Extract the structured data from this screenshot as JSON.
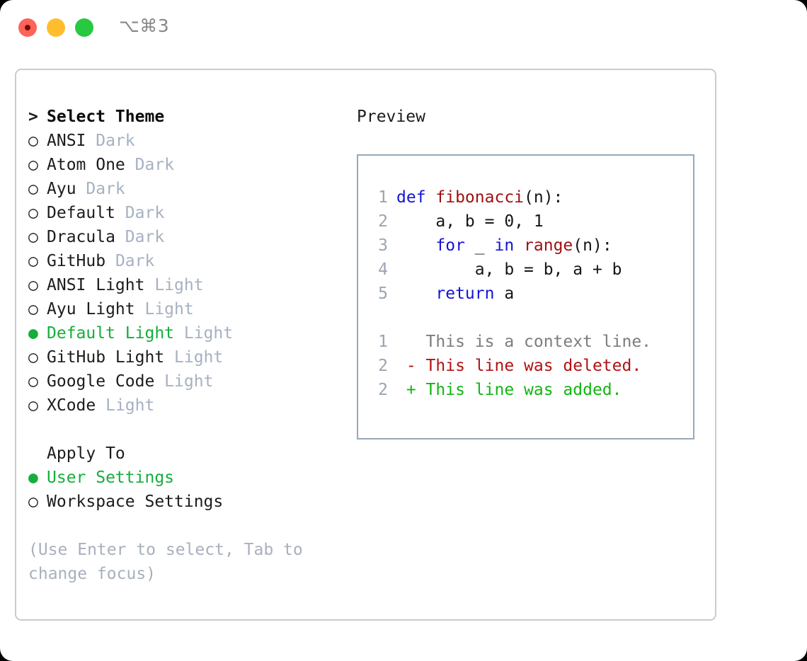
{
  "titlebar": {
    "shortcut": "⌥⌘3",
    "buttons": {
      "close": "close",
      "minimize": "minimize",
      "maximize": "maximize"
    }
  },
  "colors": {
    "accent_green": "#14ae3c",
    "muted_tag": "#a6b1c2",
    "hint": "#a8b0bc",
    "panel_border": "#c7ccd3",
    "preview_border": "#97a8b8",
    "keyword_blue": "#1414d6",
    "function_red": "#a01010",
    "diff_deleted": "#b21212",
    "diff_added": "#12b512",
    "line_number": "#9aa5b1"
  },
  "theme_picker": {
    "prompt": ">",
    "heading": "Select Theme",
    "bullet_unselected": "○",
    "bullet_selected": "●",
    "items": [
      {
        "name": "ANSI",
        "tag": "Dark",
        "selected": false
      },
      {
        "name": "Atom One",
        "tag": "Dark",
        "selected": false
      },
      {
        "name": "Ayu",
        "tag": "Dark",
        "selected": false
      },
      {
        "name": "Default",
        "tag": "Dark",
        "selected": false
      },
      {
        "name": "Dracula",
        "tag": "Dark",
        "selected": false
      },
      {
        "name": "GitHub",
        "tag": "Dark",
        "selected": false
      },
      {
        "name": "ANSI Light",
        "tag": "Light",
        "selected": false
      },
      {
        "name": "Ayu Light",
        "tag": "Light",
        "selected": false
      },
      {
        "name": "Default Light",
        "tag": "Light",
        "selected": true
      },
      {
        "name": "GitHub Light",
        "tag": "Light",
        "selected": false
      },
      {
        "name": "Google Code",
        "tag": "Light",
        "selected": false
      },
      {
        "name": "XCode",
        "tag": "Light",
        "selected": false
      }
    ]
  },
  "apply_to": {
    "heading": "Apply To",
    "options": [
      {
        "name": "User Settings",
        "selected": true
      },
      {
        "name": "Workspace Settings",
        "selected": false
      }
    ]
  },
  "hint": "(Use Enter to select, Tab to change focus)",
  "preview": {
    "title": "Preview",
    "code_lines": [
      {
        "num": "1",
        "tokens": [
          {
            "t": "def ",
            "c": "kw"
          },
          {
            "t": "fibonacci",
            "c": "fn"
          },
          {
            "t": "(n):",
            "c": "plain"
          }
        ]
      },
      {
        "num": "2",
        "tokens": [
          {
            "t": "    a, b = 0, 1",
            "c": "plain"
          }
        ]
      },
      {
        "num": "3",
        "tokens": [
          {
            "t": "    ",
            "c": "plain"
          },
          {
            "t": "for",
            "c": "kw"
          },
          {
            "t": " _ ",
            "c": "plain"
          },
          {
            "t": "in",
            "c": "kw"
          },
          {
            "t": " ",
            "c": "plain"
          },
          {
            "t": "range",
            "c": "fn"
          },
          {
            "t": "(n):",
            "c": "plain"
          }
        ]
      },
      {
        "num": "4",
        "tokens": [
          {
            "t": "        a, b = b, a + b",
            "c": "plain"
          }
        ]
      },
      {
        "num": "5",
        "tokens": [
          {
            "t": "    ",
            "c": "plain"
          },
          {
            "t": "return",
            "c": "kw"
          },
          {
            "t": " a",
            "c": "plain"
          }
        ]
      }
    ],
    "diff_lines": [
      {
        "num": "1",
        "marker": "  ",
        "text": "This is a context line.",
        "kind": "ctx"
      },
      {
        "num": "2",
        "marker": "- ",
        "text": "This line was deleted.",
        "kind": "del"
      },
      {
        "num": "2",
        "marker": "+ ",
        "text": "This line was added.",
        "kind": "add"
      }
    ]
  }
}
